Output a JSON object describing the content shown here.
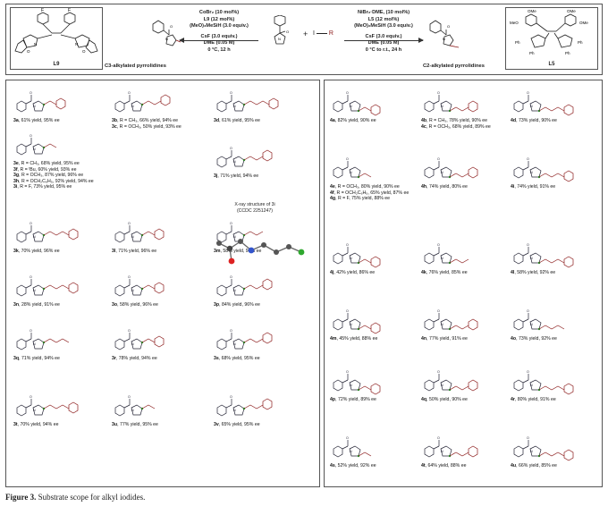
{
  "scheme": {
    "left_ligand_label": "L9",
    "right_ligand_label": "L5",
    "left_conditions": [
      "CoBr₂ (10 mol%)",
      "L9 (12 mol%)",
      "(MeO)₂MeSiH (3.0 equiv.)",
      "CsF (3.0 equiv.)",
      "DME (0.05 M)",
      "0 °C, 12 h"
    ],
    "right_conditions": [
      "NiBr₂·DME, (10 mol%)",
      "L5 (12 mol%)",
      "(MeO)₂MeSiH (3.0 equiv.)",
      "CsF (3.0 equiv.)",
      "DME (0.05 M)",
      "0 °C to r.t., 24 h"
    ],
    "left_product_caption": "C3-alkylated pyrrolidines",
    "right_product_caption": "C2-alkylated pyrrolidines",
    "plus": "+",
    "reagent_label": "I",
    "reagent_r": "R"
  },
  "xray": [
    "X-ray structure of 3i",
    "(CCDC 2251247)"
  ],
  "left_entries": [
    {
      "lines": [
        {
          "id": "3a",
          "text": ", 61% yield, 95% ee"
        }
      ]
    },
    {
      "lines": [
        {
          "id": "3b",
          "text": ", R = CH₃, 66% yield, 94% ee"
        },
        {
          "id": "3c",
          "text": ", R = OCH₃, 50% yield, 93% ee"
        }
      ]
    },
    {
      "lines": [
        {
          "id": "3d",
          "text": ", 61% yield, 95% ee"
        }
      ]
    },
    {
      "lines": [
        {
          "id": "3e",
          "text": ", R = CH₃, 68% yield, 95% ee"
        },
        {
          "id": "3f",
          "text": ", R = ᵗBu, 60% yield, 93% ee"
        },
        {
          "id": "3g",
          "text": ", R = OCH₃, 87% yield, 96% ee"
        },
        {
          "id": "3h",
          "text": ", R = OCH₂C₆H₅, 92% yield, 94% ee"
        },
        {
          "id": "3i",
          "text": ", R = F, 73% yield, 95% ee"
        }
      ]
    },
    {
      "lines": [
        {
          "id": "3j",
          "text": ", 71% yield, 94% ee"
        }
      ]
    },
    {
      "lines": [
        {
          "id": "3k",
          "text": ", 70% yield, 96% ee"
        }
      ]
    },
    {
      "lines": [
        {
          "id": "3l",
          "text": ", 71% yield, 96% ee"
        }
      ]
    },
    {
      "lines": [
        {
          "id": "3m",
          "text": ", 58% yield, 95% ee"
        }
      ]
    },
    {
      "lines": [
        {
          "id": "3n",
          "text": ", 28% yield, 91% ee"
        }
      ]
    },
    {
      "lines": [
        {
          "id": "3o",
          "text": ", 58% yield, 96% ee"
        }
      ]
    },
    {
      "lines": [
        {
          "id": "3p",
          "text": ", 84% yield, 96% ee"
        }
      ]
    },
    {
      "lines": [
        {
          "id": "3q",
          "text": ", 71% yield, 94% ee"
        }
      ]
    },
    {
      "lines": [
        {
          "id": "3r",
          "text": ", 78% yield, 94% ee"
        }
      ]
    },
    {
      "lines": [
        {
          "id": "3s",
          "text": ", 68% yield, 95% ee"
        }
      ]
    },
    {
      "lines": [
        {
          "id": "3t",
          "text": ", 70% yield, 94% ee"
        }
      ]
    },
    {
      "lines": [
        {
          "id": "3u",
          "text": ", 77% yield, 95% ee"
        }
      ]
    },
    {
      "lines": [
        {
          "id": "3v",
          "text": ", 65% yield, 95% ee"
        }
      ]
    }
  ],
  "right_entries": [
    {
      "lines": [
        {
          "id": "4a",
          "text": ", 82% yield, 90% ee"
        }
      ]
    },
    {
      "lines": [
        {
          "id": "4b",
          "text": ", R = CH₃, 78% yield, 90% ee"
        },
        {
          "id": "4c",
          "text": ", R = OCH₃, 68% yield, 89% ee"
        }
      ]
    },
    {
      "lines": [
        {
          "id": "4d",
          "text": ", 73% yield, 90% ee"
        }
      ]
    },
    {
      "lines": [
        {
          "id": "4e",
          "text": ", R = OCH₃, 80% yield, 90% ee"
        },
        {
          "id": "4f",
          "text": ", R = OCH₂C₆H₅, 65% yield, 87% ee"
        },
        {
          "id": "4g",
          "text": ", R = F, 75% yield, 88% ee"
        }
      ]
    },
    {
      "lines": [
        {
          "id": "4h",
          "text": ", 74% yield, 80% ee"
        }
      ]
    },
    {
      "lines": [
        {
          "id": "4i",
          "text": ", 74% yield, 91% ee"
        }
      ]
    },
    {
      "lines": [
        {
          "id": "4j",
          "text": ", 42% yield, 86% ee"
        }
      ]
    },
    {
      "lines": [
        {
          "id": "4k",
          "text": ", 76% yield, 85% ee"
        }
      ]
    },
    {
      "lines": [
        {
          "id": "4l",
          "text": ", 58% yield, 92% ee"
        }
      ]
    },
    {
      "lines": [
        {
          "id": "4m",
          "text": ", 45% yield, 88% ee"
        }
      ]
    },
    {
      "lines": [
        {
          "id": "4n",
          "text": ", 77% yield, 91% ee"
        }
      ]
    },
    {
      "lines": [
        {
          "id": "4o",
          "text": ", 73% yield, 92% ee"
        }
      ]
    },
    {
      "lines": [
        {
          "id": "4p",
          "text": ", 72% yield, 89% ee"
        }
      ]
    },
    {
      "lines": [
        {
          "id": "4q",
          "text": ", 50% yield, 90% ee"
        }
      ]
    },
    {
      "lines": [
        {
          "id": "4r",
          "text": ", 80% yield, 91% ee"
        }
      ]
    },
    {
      "lines": [
        {
          "id": "4s",
          "text": ", 52% yield, 92% ee"
        }
      ]
    },
    {
      "lines": [
        {
          "id": "4t",
          "text": ", 64% yield, 88% ee"
        }
      ]
    },
    {
      "lines": [
        {
          "id": "4u",
          "text": ", 66% yield, 85% ee"
        }
      ]
    }
  ],
  "caption": {
    "label": "Figure 3.",
    "text": " Substrate scope for alkyl iodides."
  },
  "colors": {
    "side_chain": "#8b1a1a",
    "stereocenter": "#2a8a2a",
    "bond": "#2b3a8f"
  }
}
